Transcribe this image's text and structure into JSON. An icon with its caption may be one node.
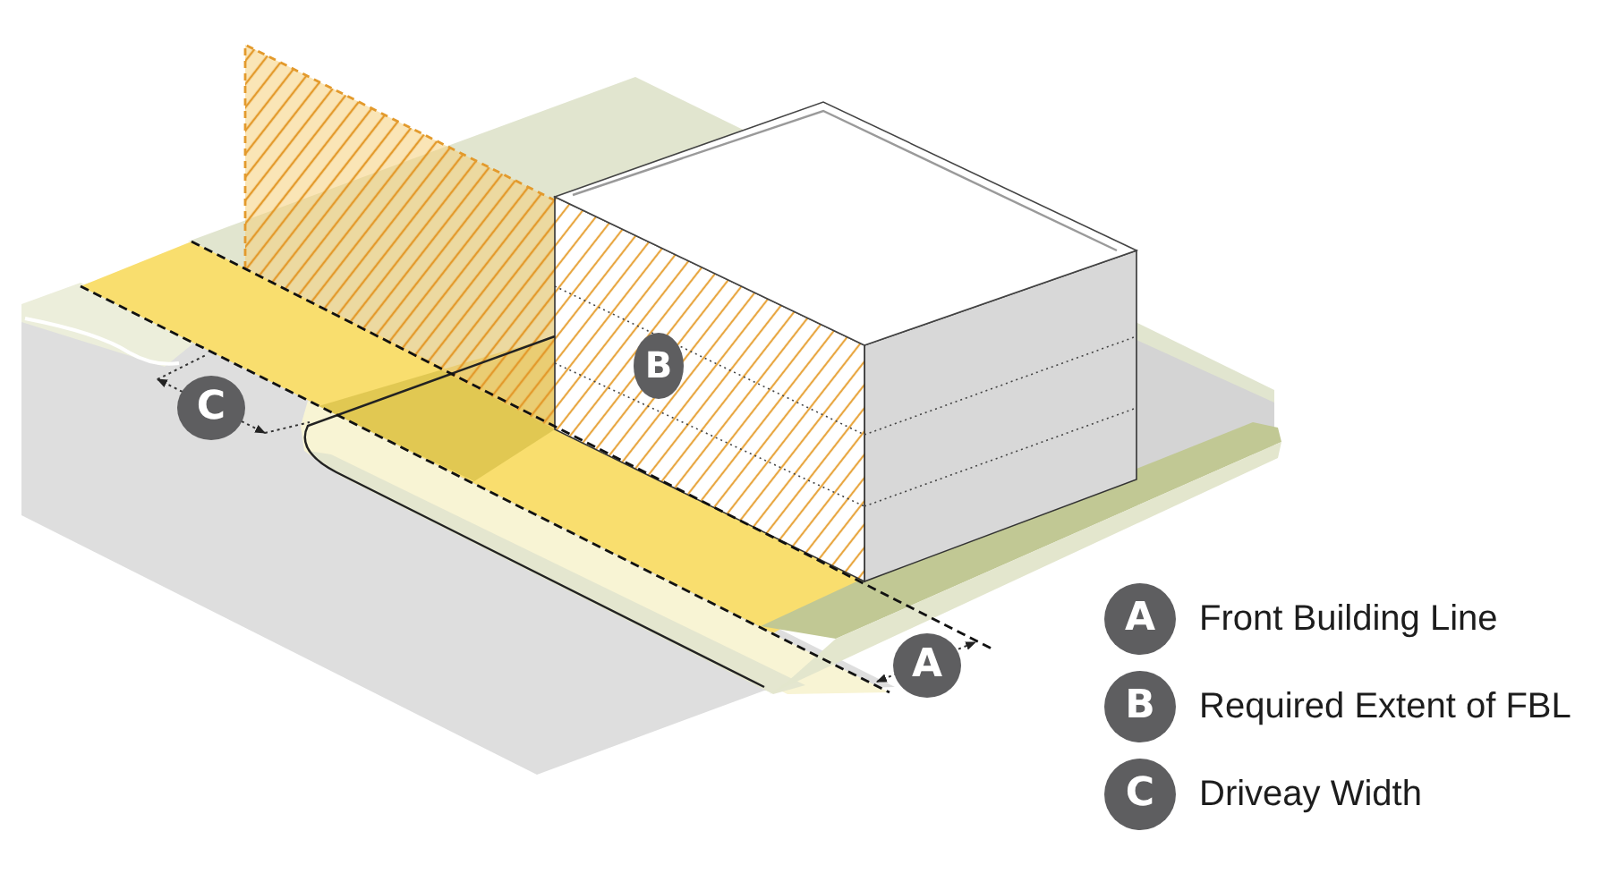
{
  "diagram": {
    "labels": [
      "B",
      "C",
      "A",
      "Front Building Line",
      "A",
      "B",
      "Required Extent of FBL",
      "C",
      "Driveay Width"
    ]
  }
}
